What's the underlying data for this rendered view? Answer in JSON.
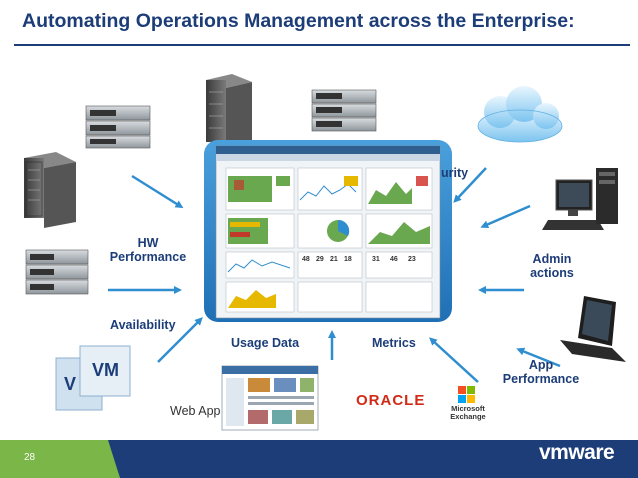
{
  "header": {
    "title": "Automating Operations Management across the Enterprise:"
  },
  "labels": {
    "hw_performance": "HW\nPerformance",
    "availability": "Availability",
    "usage_data": "Usage Data",
    "metrics": "Metrics",
    "security_partial": "urity",
    "admin_actions": "Admin\nactions",
    "app_performance": "App\nPerformance",
    "web_app": "Web App"
  },
  "vm_icon": {
    "front": "VM",
    "back": "V"
  },
  "logos": {
    "oracle": "ORACLE",
    "exchange": "Microsoft\nExchange"
  },
  "dashboard": {
    "widget_numbers": [
      "48",
      "29",
      "21",
      "18",
      "31",
      "46",
      "23"
    ]
  },
  "footer": {
    "page_number": "28",
    "brand": "vmware"
  },
  "colors": {
    "title": "#1c3d78",
    "arrow": "#2f8ecf",
    "footer_green": "#7ab648",
    "footer_navy": "#1c3d78"
  }
}
